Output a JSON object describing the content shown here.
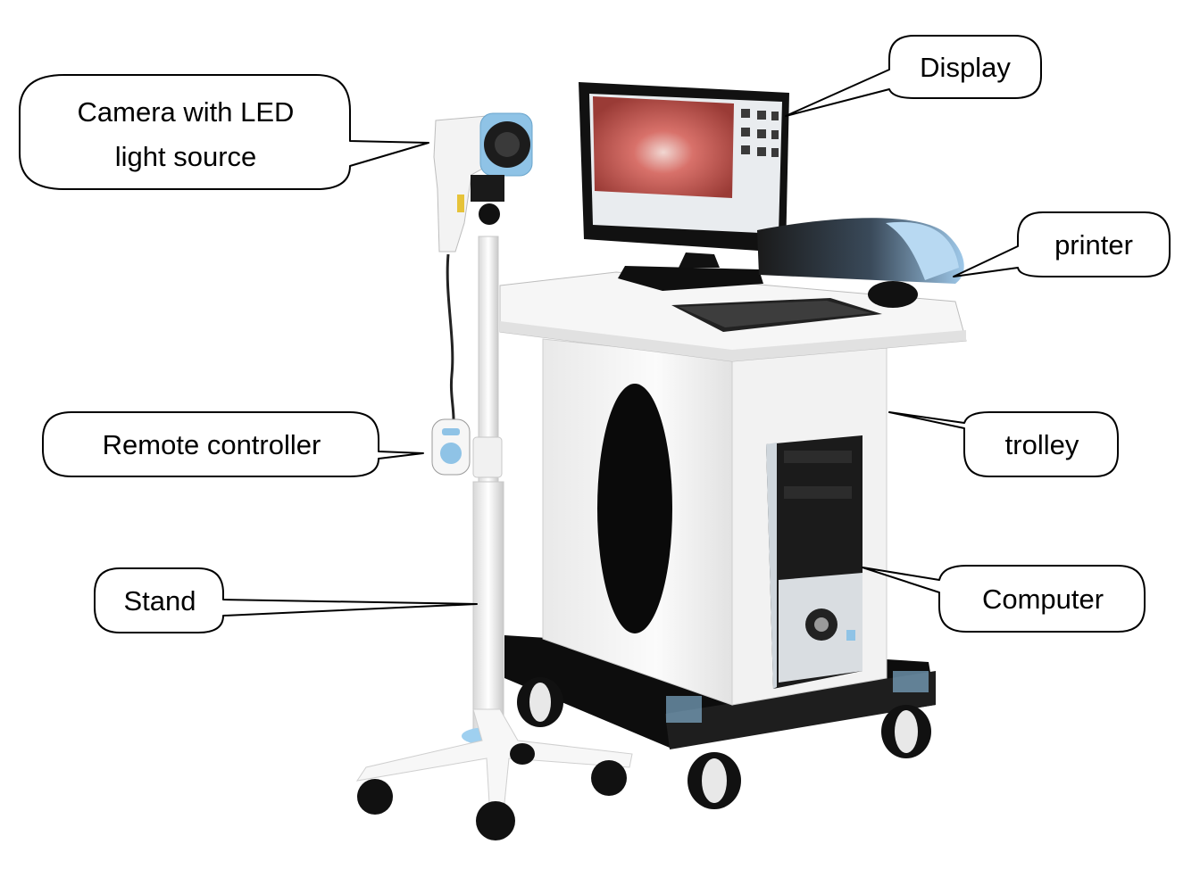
{
  "callouts": {
    "camera": {
      "line1": "Camera with LED",
      "line2": "light source"
    },
    "display": "Display",
    "printer": "printer",
    "remote": "Remote controller",
    "trolley": "trolley",
    "stand": "Stand",
    "computer": "Computer"
  },
  "colors": {
    "outline": "#000000",
    "accent_blue": "#8fc3e6",
    "cabinet": "#f4f4f4",
    "screen_tissue": "#c84f4a",
    "base_dark": "#111111"
  }
}
